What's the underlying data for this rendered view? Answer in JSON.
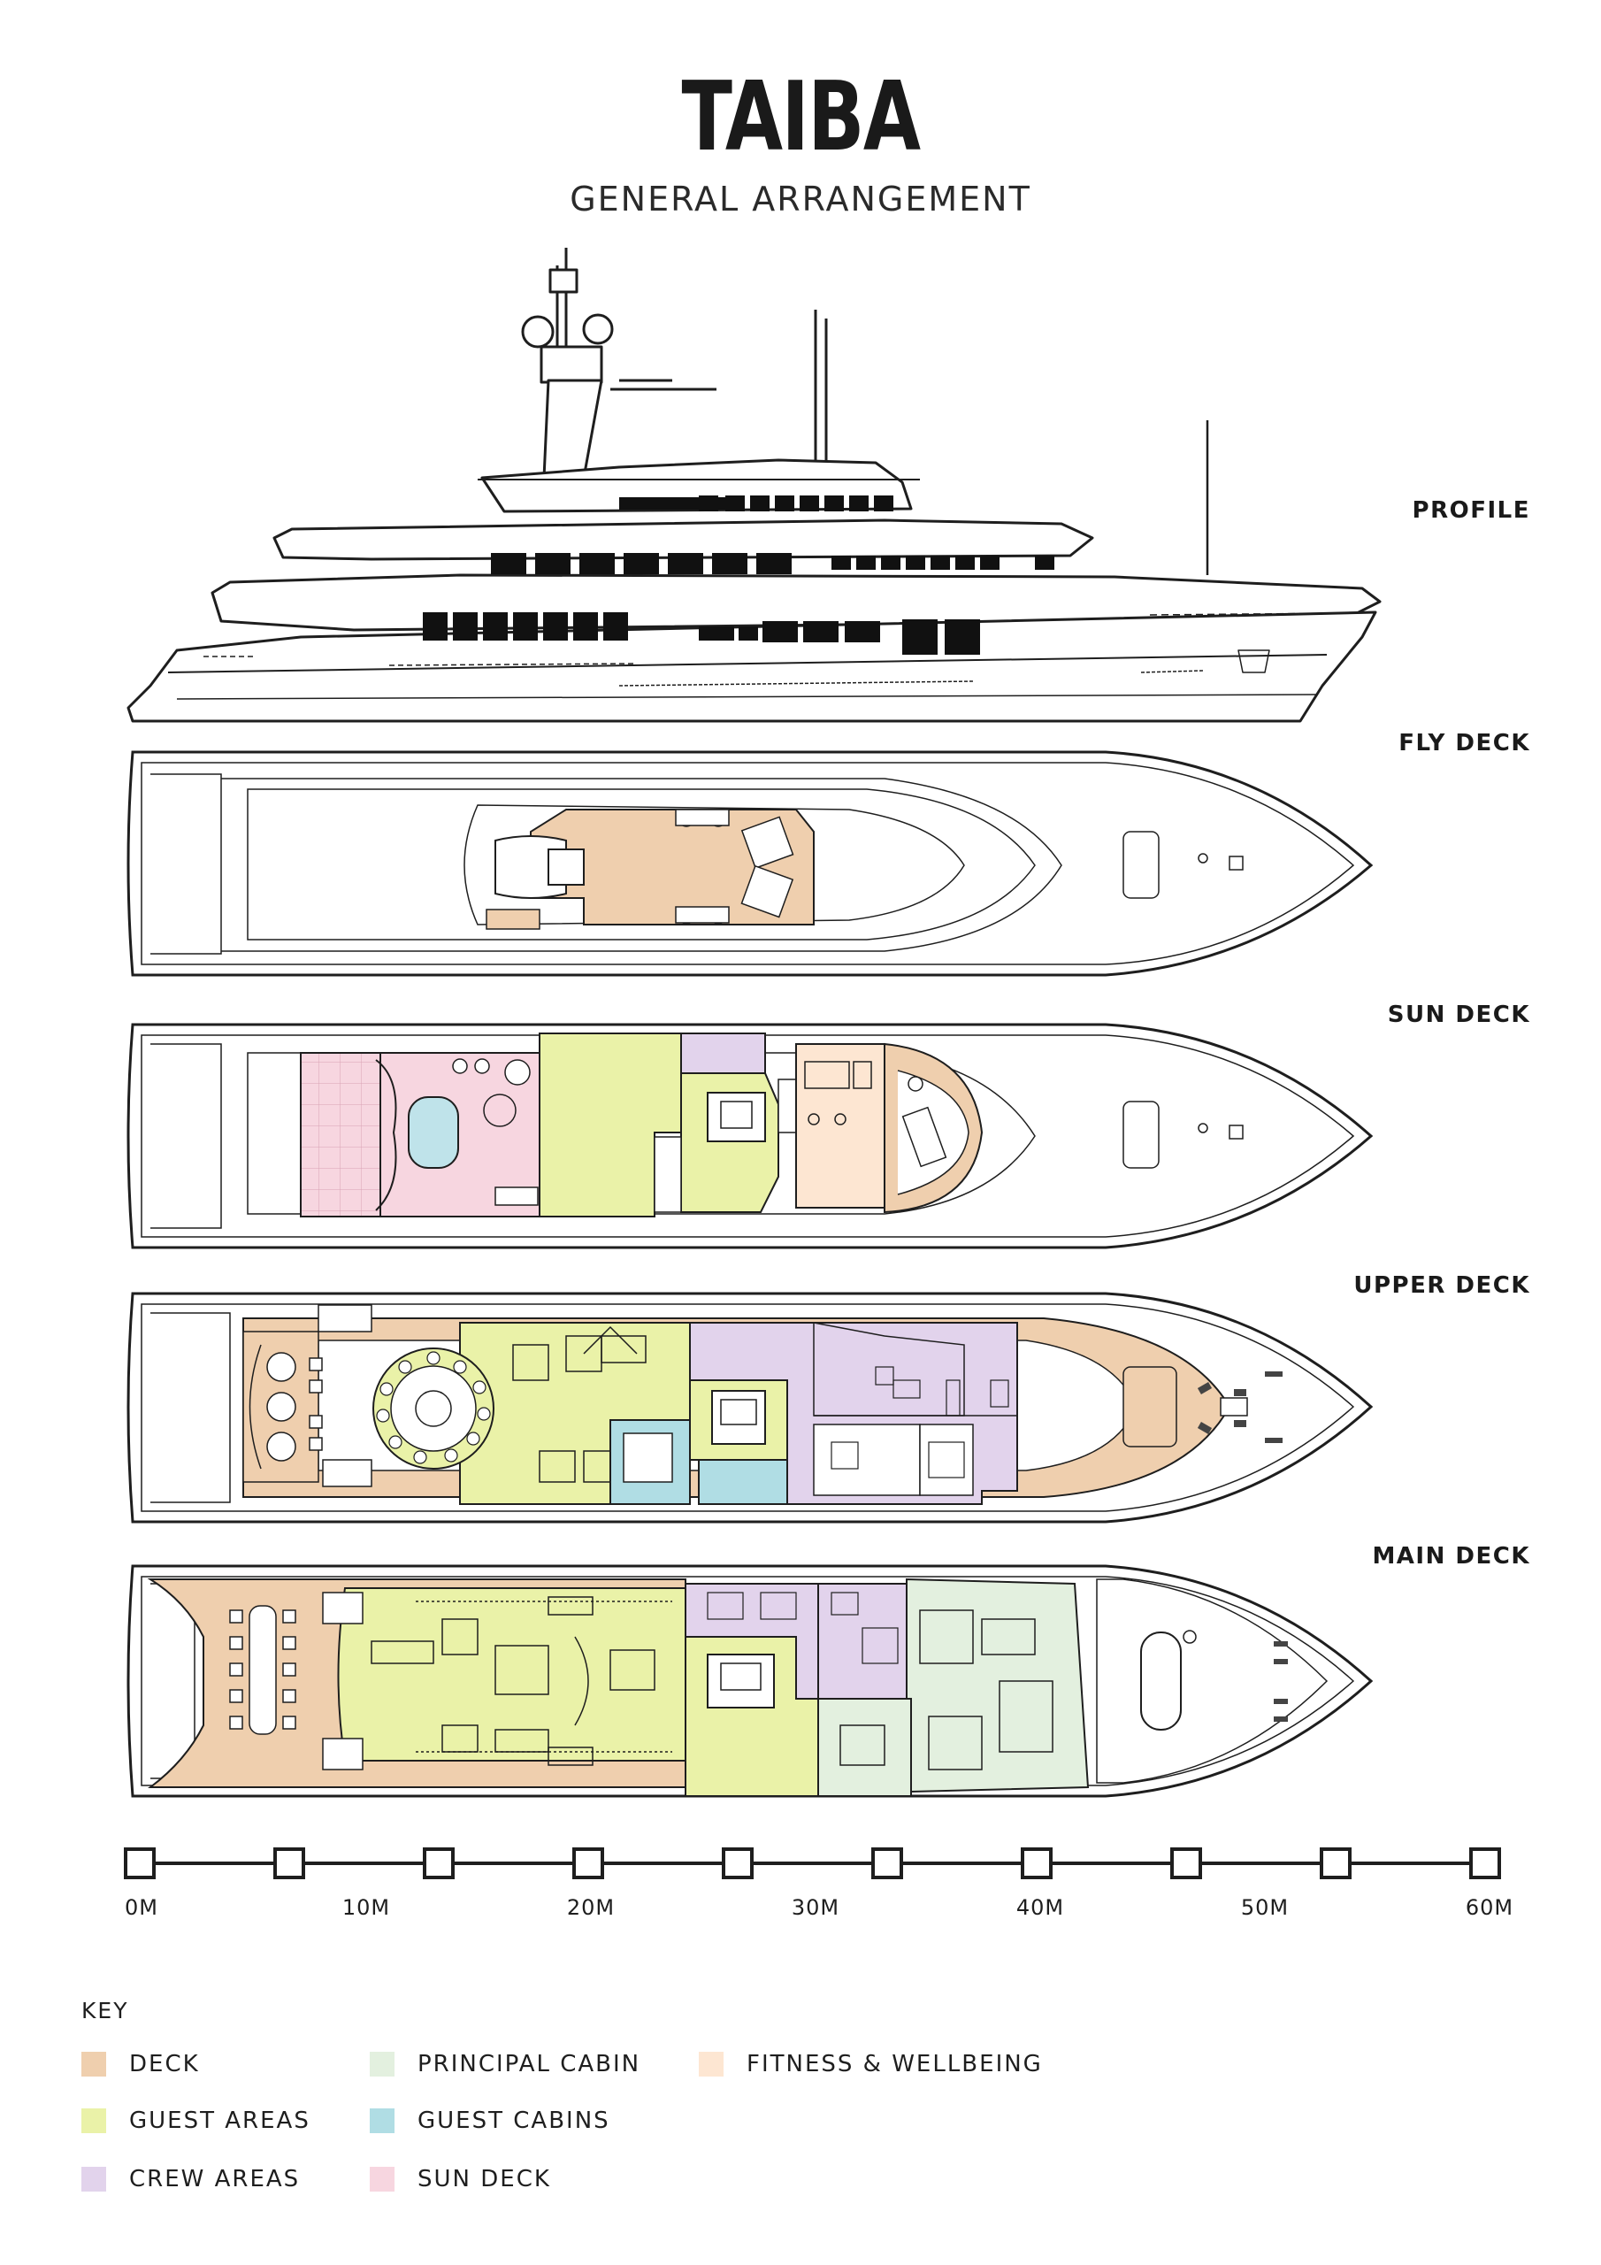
{
  "header": {
    "title": "TAIBA",
    "subtitle": "GENERAL ARRANGEMENT"
  },
  "decks": [
    {
      "id": "profile",
      "label": "PROFILE"
    },
    {
      "id": "fly",
      "label": "FLY DECK"
    },
    {
      "id": "sun",
      "label": "SUN DECK"
    },
    {
      "id": "upper",
      "label": "UPPER DECK"
    },
    {
      "id": "main",
      "label": "MAIN DECK"
    }
  ],
  "scale": {
    "labels": [
      "0M",
      "10M",
      "20M",
      "30M",
      "40M",
      "50M",
      "60M"
    ]
  },
  "key": {
    "title": "KEY",
    "items": [
      {
        "label": "DECK",
        "color": "#efcfae"
      },
      {
        "label": "GUEST AREAS",
        "color": "#eaf2a8"
      },
      {
        "label": "CREW AREAS",
        "color": "#e2d3ec"
      },
      {
        "label": "PRINCIPAL CABIN",
        "color": "#e3f0df"
      },
      {
        "label": "GUEST CABINS",
        "color": "#b0dde4"
      },
      {
        "label": "SUN DECK",
        "color": "#f7d6e0"
      },
      {
        "label": "FITNESS & WELLBEING",
        "color": "#fde6d2"
      }
    ]
  }
}
